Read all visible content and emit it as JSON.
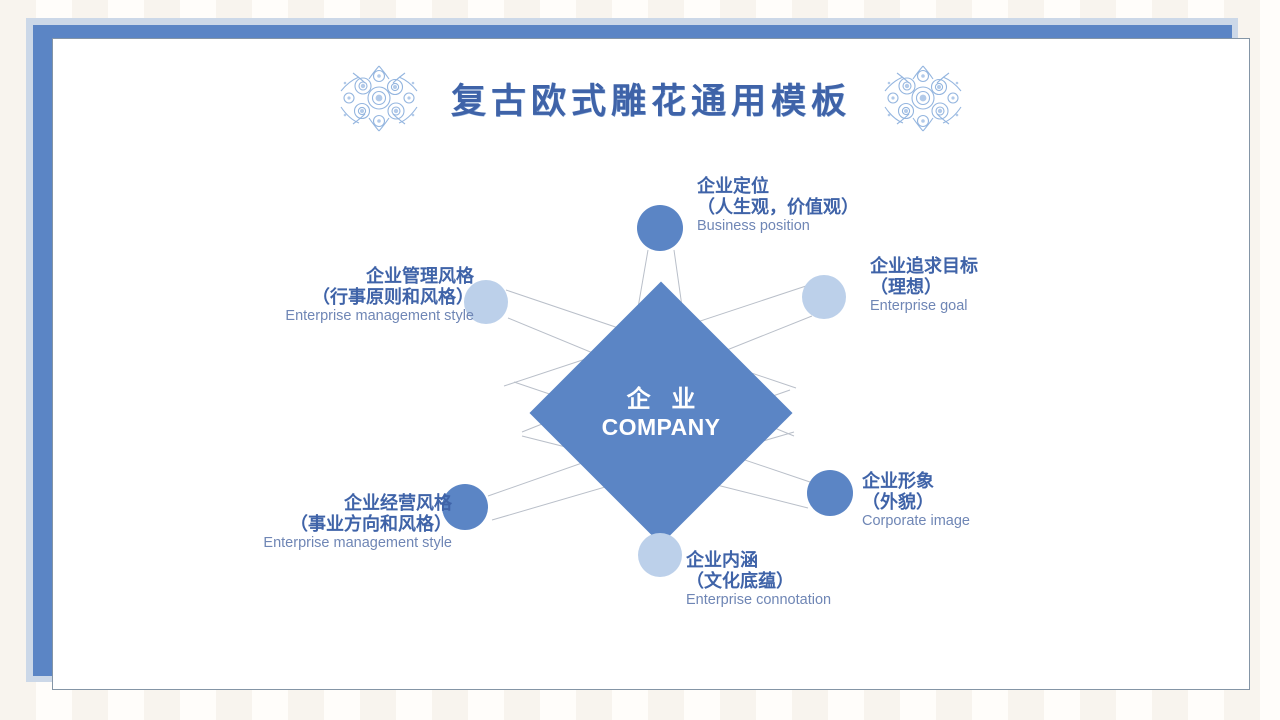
{
  "slide": {
    "title": "复古欧式雕花通用模板",
    "ornament_left": "floral-ornament-icon",
    "ornament_right": "floral-ornament-icon"
  },
  "theme": {
    "accent_dark": "#5b85c5",
    "accent_light": "#bcd0ea",
    "title_color": "#3f63a8",
    "label_sub_color": "#6f86b5",
    "frame_blue": "#5b85c5",
    "frame_halo": "#ccd8e8",
    "card_bg": "#ffffff",
    "page_bg": "#f8f4ee",
    "connector_line": "#b9bfc9"
  },
  "center": {
    "title_cn": "企 业",
    "title_en": "COMPANY"
  },
  "nodes": [
    {
      "id": "business-position",
      "dot": "dark",
      "line1": "企业定位",
      "line2": "（人生观，价值观）",
      "line3": "Business position"
    },
    {
      "id": "enterprise-goal",
      "dot": "light",
      "line1": "企业追求目标",
      "line2": "（理想）",
      "line3": "Enterprise goal"
    },
    {
      "id": "corporate-image",
      "dot": "dark",
      "line1": "企业形象",
      "line2": "（外貌）",
      "line3": "Corporate image"
    },
    {
      "id": "enterprise-connotation",
      "dot": "light",
      "line1": "企业内涵",
      "line2": "（文化底蕴）",
      "line3": "Enterprise connotation"
    },
    {
      "id": "business-operation-style",
      "dot": "dark",
      "line1": "企业经营风格",
      "line2": "（事业方向和风格）",
      "line3": "Enterprise management style"
    },
    {
      "id": "enterprise-management-style",
      "dot": "light",
      "line1": "企业管理风格",
      "line2": "（行事原则和风格）",
      "line3": "Enterprise management style"
    }
  ]
}
